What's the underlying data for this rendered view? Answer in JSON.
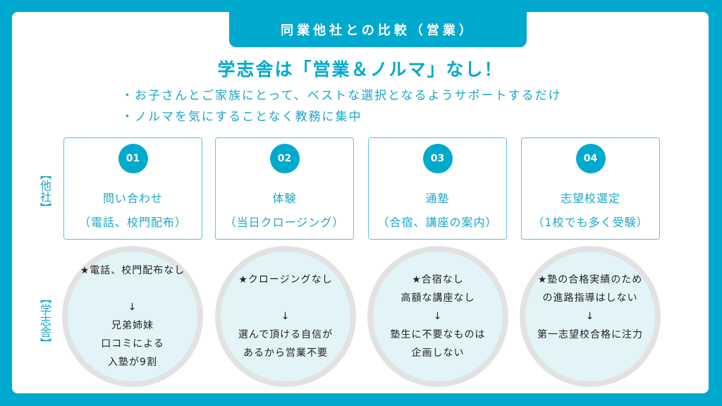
{
  "header": {
    "title": "同業他社との比較（営業）"
  },
  "headline": "学志舎は「営業＆ノルマ」なし！",
  "bullets": [
    "・お子さんとご家族にとって、ベストな選択となるようサポートするだけ",
    "・ノルマを気にすることなく教務に集中"
  ],
  "labels": {
    "others": "【他社】",
    "ours": "【学志舎】"
  },
  "steps": [
    {
      "num": "01",
      "title": "問い合わせ",
      "sub": "（電話、校門配布）"
    },
    {
      "num": "02",
      "title": "体験",
      "sub": "（当日クロージング）"
    },
    {
      "num": "03",
      "title": "通塾",
      "sub": "（合宿、講座の案内）"
    },
    {
      "num": "04",
      "title": "志望校選定",
      "sub": "（1校でも多く受験）"
    }
  ],
  "ours": [
    {
      "lines": [
        "★電話、校門配布なし",
        "",
        "↓",
        "兄弟姉妹",
        "口コミによる",
        "入塾が9割"
      ]
    },
    {
      "lines": [
        "★クロージングなし",
        "",
        "↓",
        "選んで頂ける自信が",
        "あるから営業不要"
      ]
    },
    {
      "lines": [
        "★合宿なし",
        "高額な講座なし",
        "↓",
        "塾生に不要なものは",
        "企画しない"
      ]
    },
    {
      "lines": [
        "★塾の合格実績のため",
        "の進路指導はしない",
        "↓",
        "第一志望校合格に注力"
      ]
    }
  ]
}
